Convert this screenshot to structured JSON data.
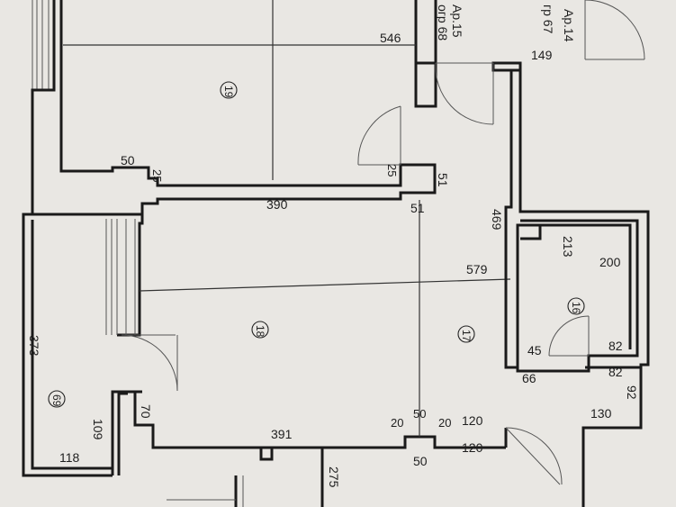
{
  "plan": {
    "apartment_labels": {
      "ap15": "Ap.15",
      "ap15_area": "огр 68",
      "ap14": "Ap.14",
      "ap14_area": "гр 67"
    },
    "rooms": {
      "r19": "19",
      "r18": "18",
      "r17": "17",
      "r16": "16",
      "r69": "69"
    },
    "dimensions": {
      "d546": "546",
      "d149": "149",
      "d50_top": "50",
      "d25_a": "25",
      "d25_b": "25",
      "d51_a": "51",
      "d51_b": "51",
      "d390": "390",
      "d469": "469",
      "d213": "213",
      "d200": "200",
      "d579": "579",
      "d373": "373",
      "d45": "45",
      "d82_a": "82",
      "d82_b": "82",
      "d66": "66",
      "d92": "92",
      "d130": "130",
      "d70": "70",
      "d109": "109",
      "d391": "391",
      "d20_a": "20",
      "d50_mid": "50",
      "d20_b": "20",
      "d120_a": "120",
      "d120_b": "120",
      "d50_bot": "50",
      "d118": "118",
      "d275": "275"
    }
  }
}
